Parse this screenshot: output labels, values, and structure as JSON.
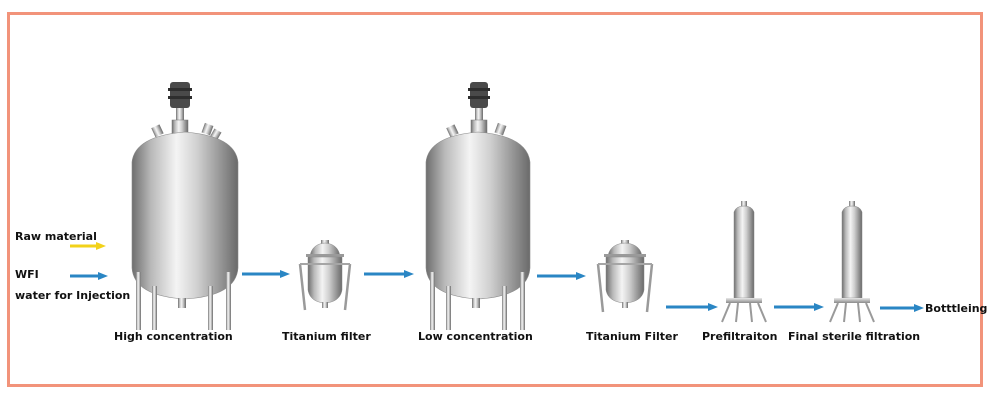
{
  "title": "",
  "inputs": {
    "raw_material": "Raw material",
    "wfi": "WFI",
    "wfi_full": "water for Injection"
  },
  "stages": {
    "high_concentration": "High concentration",
    "titanium_filter_1": "Titanium filter",
    "low_concentration": "Low concentration",
    "titanium_filter_2": "Titanium Filter",
    "prefiltration": "Prefiltraiton",
    "final_sterile_filtration": "Final sterile filtration"
  },
  "output": "Botttleing",
  "colors": {
    "frame": "#f2937a",
    "raw_material_arrow": "#f2d21a",
    "flow_arrow": "#2a86c4",
    "steel_dark": "#6e6e6e",
    "steel_light": "#f4f4f4"
  }
}
